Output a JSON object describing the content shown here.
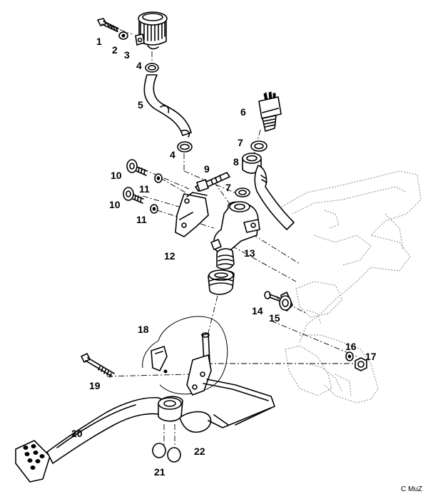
{
  "parts": [
    {
      "id": "p1",
      "label": "1"
    },
    {
      "id": "p2",
      "label": "2"
    },
    {
      "id": "p3",
      "label": "3"
    },
    {
      "id": "p4a",
      "label": "4"
    },
    {
      "id": "p5",
      "label": "5"
    },
    {
      "id": "p4b",
      "label": "4"
    },
    {
      "id": "p6",
      "label": "6"
    },
    {
      "id": "p7a",
      "label": "7"
    },
    {
      "id": "p8",
      "label": "8"
    },
    {
      "id": "p9",
      "label": "9"
    },
    {
      "id": "p7b",
      "label": "7"
    },
    {
      "id": "p10a",
      "label": "10"
    },
    {
      "id": "p11a",
      "label": "11"
    },
    {
      "id": "p10b",
      "label": "10"
    },
    {
      "id": "p11b",
      "label": "11"
    },
    {
      "id": "p12",
      "label": "12"
    },
    {
      "id": "p13",
      "label": "13"
    },
    {
      "id": "p14",
      "label": "14"
    },
    {
      "id": "p15",
      "label": "15"
    },
    {
      "id": "p18",
      "label": "18"
    },
    {
      "id": "p16",
      "label": "16"
    },
    {
      "id": "p17",
      "label": "17"
    },
    {
      "id": "p19",
      "label": "19"
    },
    {
      "id": "p20",
      "label": "20"
    },
    {
      "id": "p21",
      "label": "21"
    },
    {
      "id": "p22",
      "label": "22"
    }
  ],
  "credit": "C MuZ"
}
